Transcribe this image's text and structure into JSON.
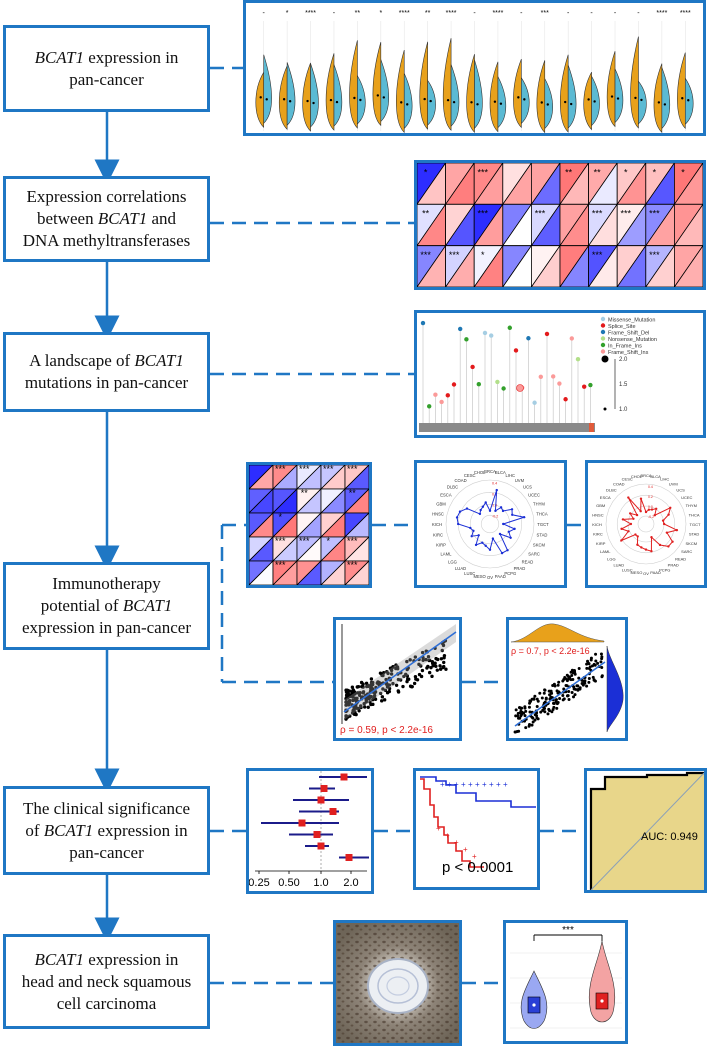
{
  "steps": [
    {
      "pre": "",
      "gene": "BCAT1",
      "post": " expression in\npan-cancer"
    },
    {
      "pre": "Expression correlations\nbetween ",
      "gene": "BCAT1",
      "post": " and\nDNA methyltransferases"
    },
    {
      "pre": "A landscape of ",
      "gene": "BCAT1",
      "post": "\nmutations in pan-cancer"
    },
    {
      "pre": "Immunotherapy\npotential of ",
      "gene": "BCAT1",
      "post": "\nexpression in pan-cancer"
    },
    {
      "pre": "The clinical significance\nof ",
      "gene": "BCAT1",
      "post": " expression in\npan-cancer"
    },
    {
      "pre": "",
      "gene": "BCAT1",
      "post": " expression in\nhead and neck squamous\ncell carcinoma"
    }
  ],
  "violin_stars": [
    "-",
    "*",
    "****",
    "-",
    "**",
    "*",
    "****",
    "**",
    "****",
    "-",
    "****",
    "-",
    "***",
    "-",
    "-",
    "-",
    "-",
    "****",
    "****"
  ],
  "heat_stars": [
    [
      "*",
      "",
      "***",
      "",
      "",
      "**",
      "**",
      "*",
      "*",
      "*"
    ],
    [
      "**",
      "",
      "***",
      "",
      "***",
      "",
      "***",
      "***",
      "***",
      ""
    ],
    [
      "***",
      "***",
      "*",
      "",
      "",
      "",
      "***",
      "",
      "***",
      ""
    ]
  ],
  "heat2_stars": [
    [
      "",
      "***",
      "***",
      "***",
      "***"
    ],
    [
      "",
      "",
      "**",
      "",
      "**"
    ],
    [
      "",
      "*",
      "",
      "",
      ""
    ],
    [
      "",
      "***",
      "***",
      "*",
      "***"
    ],
    [
      "",
      "***",
      "",
      "",
      "***"
    ]
  ],
  "mutation_legend": [
    "Missense_Mutation",
    "Splice_Site",
    "Frame_Shift_Del",
    "Nonsense_Mutation",
    "In_Frame_Ins",
    "Frame_Shift_Ins"
  ],
  "mutation_colors": [
    "#a6cee3",
    "#e31a1c",
    "#1f78b4",
    "#b2df8a",
    "#33a02c",
    "#fb9a99"
  ],
  "mutation_scale": [
    "2.0",
    "1.5",
    "1.0"
  ],
  "radar_labels": [
    "BRCA",
    "BLCA",
    "LIHC",
    "UVM",
    "UCS",
    "UCEC",
    "THYM",
    "THCA",
    "TGCT",
    "STAD",
    "SKCM",
    "SARC",
    "READ",
    "PRAD",
    "PCPG",
    "PAAD",
    "OV",
    "MESO",
    "LUSC",
    "LUAD",
    "LGG",
    "LAML",
    "KIRP",
    "KIRC",
    "KICH",
    "HNSC",
    "GBM",
    "ESCA",
    "DLBC",
    "COAD",
    "CESC",
    "CHOL"
  ],
  "radar_ticks": [
    "0.4",
    "0.2",
    "0.0",
    "-0.2"
  ],
  "scatter1_stat": "ρ = 0.59, p < 2.2e-16",
  "scatter2_stat": "ρ = 0.7, p < 2.2e-16",
  "forest_ticks": [
    "0.25",
    "0.50",
    "1.0",
    "2.0"
  ],
  "km_pvalue": "p < 0.0001",
  "auc_label": "AUC: 0.949",
  "violin2_sig": "***",
  "colors": {
    "accent": "#1f77c4",
    "orange": "#e8a11b",
    "teal": "#5bbad3",
    "red": "#e02020",
    "blue": "#1b2fd6",
    "roc_fill": "#e8d68a"
  }
}
